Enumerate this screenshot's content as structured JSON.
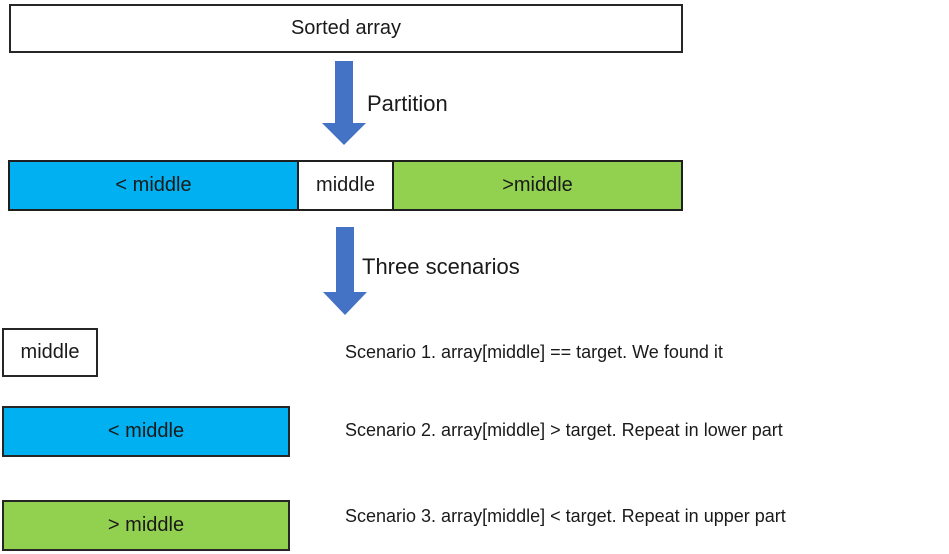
{
  "diagram": {
    "title_box": {
      "label": "Sorted array"
    },
    "partition_step": {
      "arrow_label": "Partition",
      "arrow_icon": "down-arrow-icon"
    },
    "partition_bar": {
      "segments": [
        {
          "label": "< middle",
          "color": "#00B0F0",
          "meaning": "elements less than middle"
        },
        {
          "label": "middle",
          "color": "#FFFFFF",
          "meaning": "middle element"
        },
        {
          "label": ">middle",
          "color": "#92D050",
          "meaning": "elements greater than middle"
        }
      ]
    },
    "scenarios_step": {
      "arrow_label": "Three scenarios",
      "arrow_icon": "down-arrow-icon"
    },
    "scenarios": [
      {
        "box_label": "middle",
        "box_color": "#FFFFFF",
        "text": "Scenario 1. array[middle] == target. We found it"
      },
      {
        "box_label": "< middle",
        "box_color": "#00B0F0",
        "text": "Scenario 2. array[middle] > target. Repeat in lower part"
      },
      {
        "box_label": "> middle",
        "box_color": "#92D050",
        "text": "Scenario 3. array[middle] < target. Repeat in upper part"
      }
    ],
    "colors": {
      "arrow_blue": "#4472C4",
      "segment_blue": "#00B0F0",
      "segment_green": "#92D050",
      "border": "#262626",
      "background": "#FFFFFF",
      "text": "#1A1A1A"
    }
  }
}
